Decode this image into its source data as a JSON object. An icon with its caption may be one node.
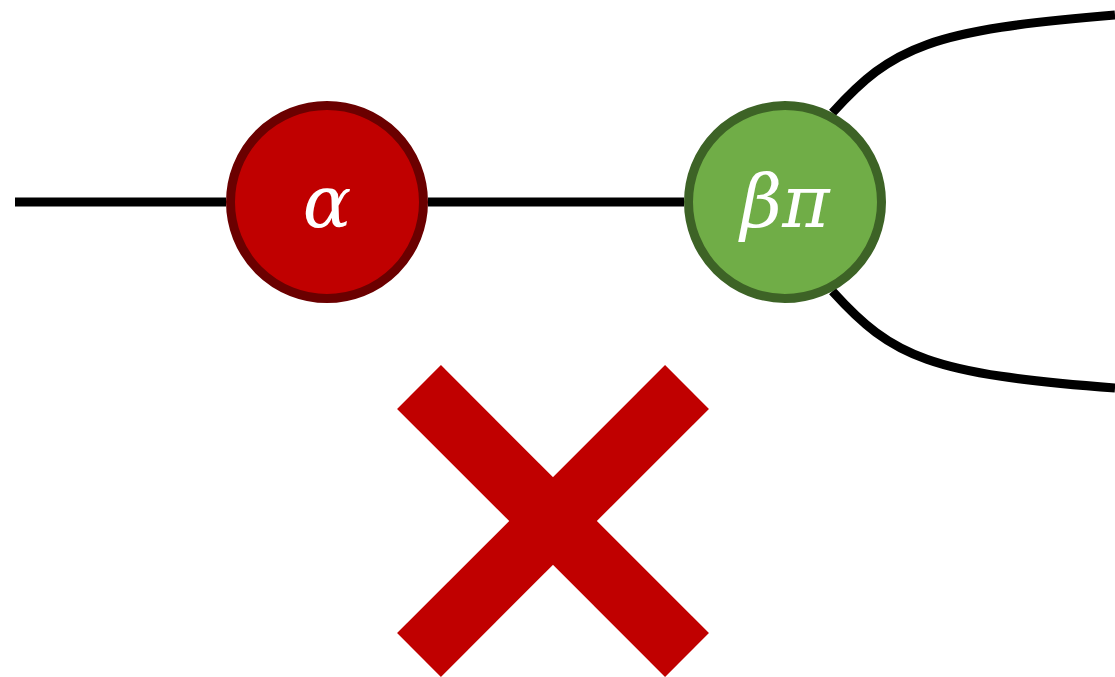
{
  "diagram": {
    "nodes": [
      {
        "text": [
          "α"
        ]
      },
      {
        "text": [
          "βπ"
        ]
      }
    ],
    "edges": [
      {
        "from": null,
        "to": 0,
        "arrow": "none"
      },
      {
        "from": 0,
        "to": 1,
        "arrow": "none"
      },
      {
        "from": 1,
        "to": null,
        "arrow": "none"
      },
      {
        "from": 1,
        "to": null,
        "arrow": "none"
      }
    ]
  }
}
